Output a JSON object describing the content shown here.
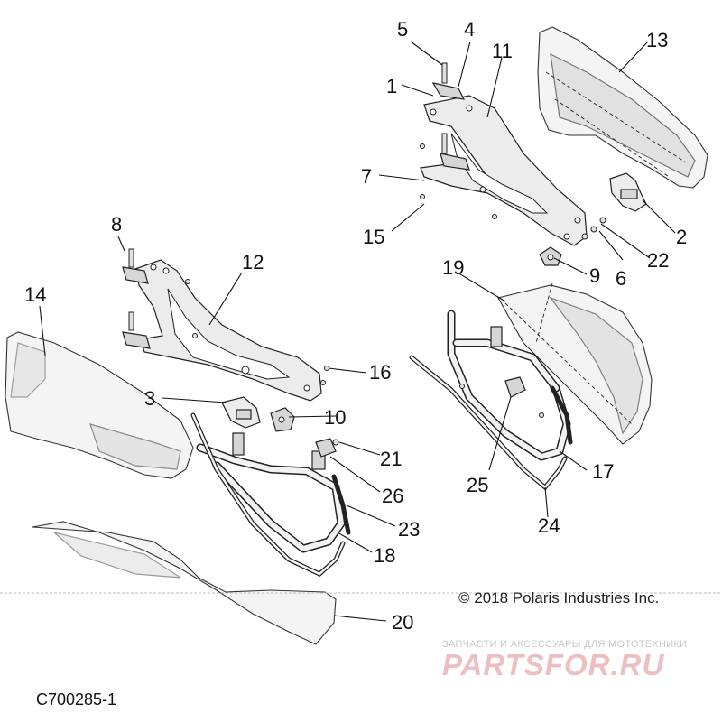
{
  "callouts": [
    {
      "id": "1",
      "label": "1"
    },
    {
      "id": "2",
      "label": "2"
    },
    {
      "id": "3",
      "label": "3"
    },
    {
      "id": "4",
      "label": "4"
    },
    {
      "id": "5",
      "label": "5"
    },
    {
      "id": "6",
      "label": "6"
    },
    {
      "id": "7",
      "label": "7"
    },
    {
      "id": "8",
      "label": "8"
    },
    {
      "id": "9",
      "label": "9"
    },
    {
      "id": "10",
      "label": "10"
    },
    {
      "id": "11",
      "label": "11"
    },
    {
      "id": "12",
      "label": "12"
    },
    {
      "id": "13",
      "label": "13"
    },
    {
      "id": "14",
      "label": "14"
    },
    {
      "id": "15",
      "label": "15"
    },
    {
      "id": "16",
      "label": "16"
    },
    {
      "id": "17",
      "label": "17"
    },
    {
      "id": "18",
      "label": "18"
    },
    {
      "id": "19",
      "label": "19"
    },
    {
      "id": "20",
      "label": "20"
    },
    {
      "id": "21",
      "label": "21"
    },
    {
      "id": "22",
      "label": "22"
    },
    {
      "id": "23",
      "label": "23"
    },
    {
      "id": "24",
      "label": "24"
    },
    {
      "id": "25",
      "label": "25"
    },
    {
      "id": "26",
      "label": "26"
    }
  ],
  "copyright": "© 2018 Polaris Industries Inc.",
  "diagram_code": "C700285-1",
  "watermark": {
    "tagline": "ЗАПЧАСТИ И АКСЕССУАРЫ ДЛЯ МОТОТЕХНИКИ",
    "logo": "PARTSFOR.RU",
    "color": "#e8b4b4"
  }
}
